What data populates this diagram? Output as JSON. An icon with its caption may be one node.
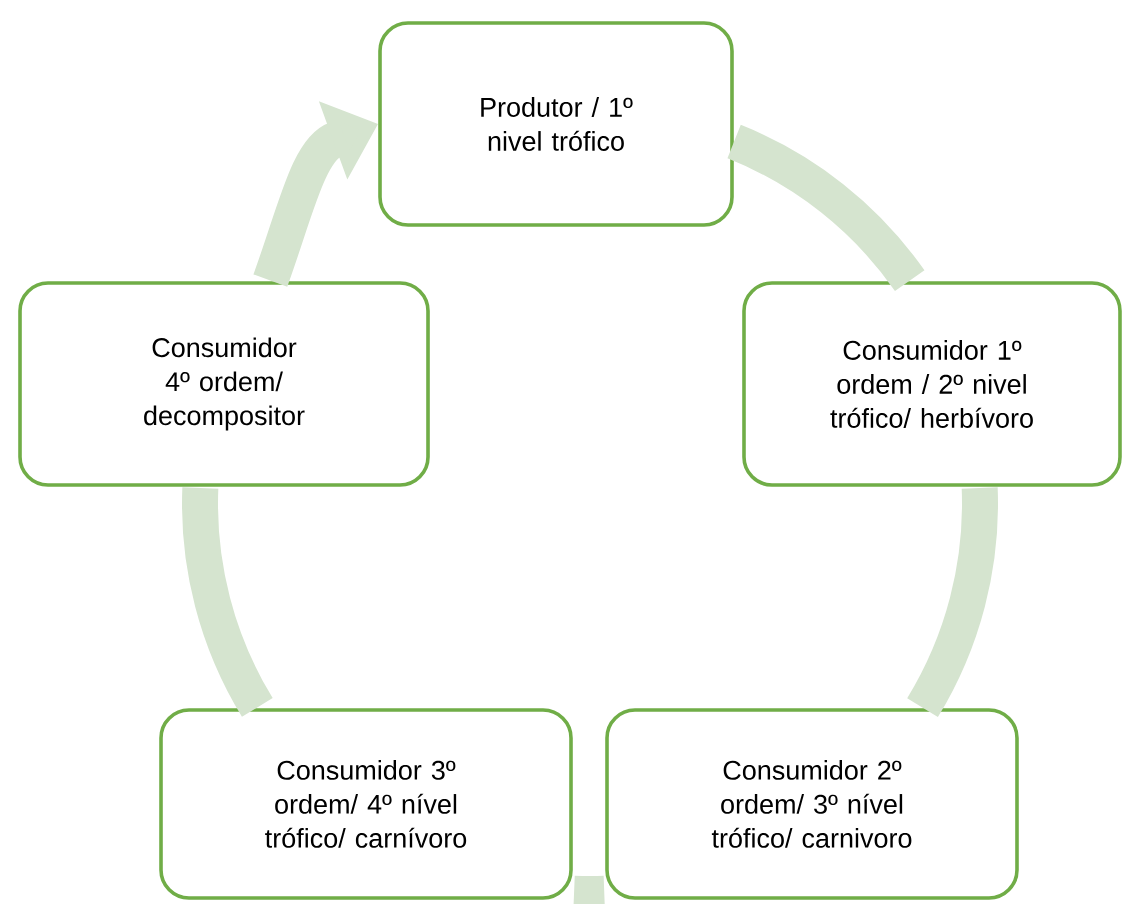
{
  "diagram": {
    "nodes": [
      {
        "text": [
          "Produtor / 1º nivel trófico"
        ]
      },
      {
        "text": [
          "Consumidor  1º ordem / 2º nivel trófico/ herbívoro"
        ]
      },
      {
        "text": [
          "Consumidor  2º ordem/ 3º nível trófico/ carnivoro"
        ]
      },
      {
        "text": [
          "Consumidor  3º ordem/ 4º nível trófico/ carnívoro"
        ]
      },
      {
        "text": [
          "Consumidor 4º ordem/ decompositor"
        ]
      }
    ],
    "edges": [
      {
        "from": 0,
        "to": 1,
        "arrow": "none"
      },
      {
        "from": 1,
        "to": 2,
        "arrow": "none"
      },
      {
        "from": 2,
        "to": 3,
        "arrow": "none"
      },
      {
        "from": 3,
        "to": 4,
        "arrow": "none"
      },
      {
        "from": 4,
        "to": 0,
        "arrow": "to"
      }
    ]
  }
}
